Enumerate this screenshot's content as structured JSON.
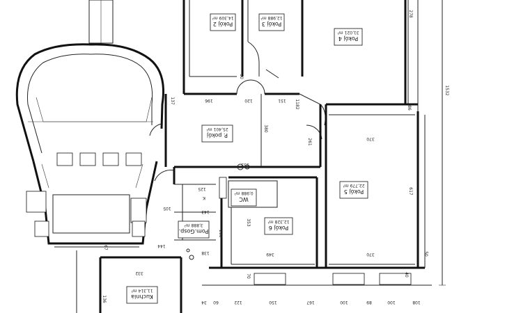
{
  "rooms": [
    {
      "key": "pokoj2",
      "name": "Pokój 2",
      "area": "14,309 m²"
    },
    {
      "key": "pokoj3",
      "name": "Pokój 3",
      "area": "12,988 m²"
    },
    {
      "key": "pokoj4",
      "name": "Pokój 4",
      "area": "31,021 m²"
    },
    {
      "key": "ppokoj",
      "name": "P. pokój",
      "area": "25,401 m²"
    },
    {
      "key": "pokoj5",
      "name": "Pokój 5",
      "area": "22,779 m²"
    },
    {
      "key": "wc",
      "name": "WC",
      "area": "0,988 m²"
    },
    {
      "key": "pokoj6",
      "name": "Pokój 6",
      "area": "12,328 m²"
    },
    {
      "key": "pomgosp",
      "name": "Pom.Gosp.",
      "area": "3,888 m²"
    },
    {
      "key": "kuchnia",
      "name": "Kuchnia",
      "area": "11,314 m²"
    }
  ],
  "dimensions": [
    "1532",
    "30",
    "196",
    "120",
    "151",
    "1182",
    "380",
    "261",
    "370",
    "617",
    "370",
    "50",
    "553",
    "125",
    "105",
    "143",
    "200",
    "144",
    "138",
    "349",
    "353",
    "332",
    "67",
    "70",
    "34",
    "60",
    "122",
    "150",
    "167",
    "100",
    "89",
    "100",
    "108",
    "K",
    "136",
    "40",
    "137",
    "86",
    "278"
  ]
}
